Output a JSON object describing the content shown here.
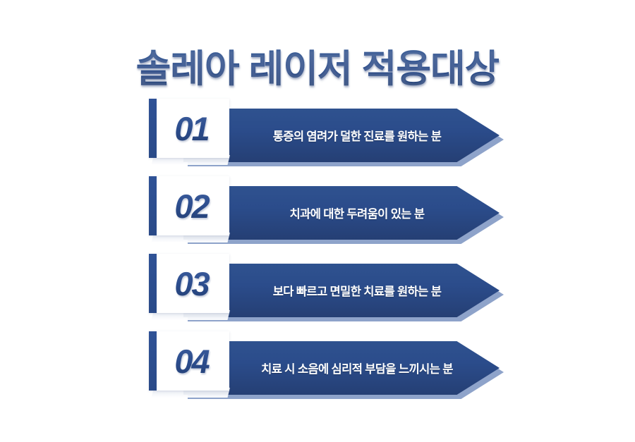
{
  "poster": {
    "title": "솔레아 레이저 적용대상",
    "background_color": "#ffffff",
    "accent_color": "#2b4c8b",
    "accent_dark_color": "#24406f",
    "shadow_color": "#8ea3ca",
    "card_background": "#ffffff",
    "text_color": "#ffffff"
  },
  "items": [
    {
      "number": "01",
      "label": "통증의 염려가 덜한 진료를 원하는 분"
    },
    {
      "number": "02",
      "label": "치과에 대한 두려움이 있는 분"
    },
    {
      "number": "03",
      "label": "보다 빠르고 면밀한 치료를 원하는 분"
    },
    {
      "number": "04",
      "label": "치료 시 소음에 심리적 부담을 느끼시는 분"
    }
  ]
}
